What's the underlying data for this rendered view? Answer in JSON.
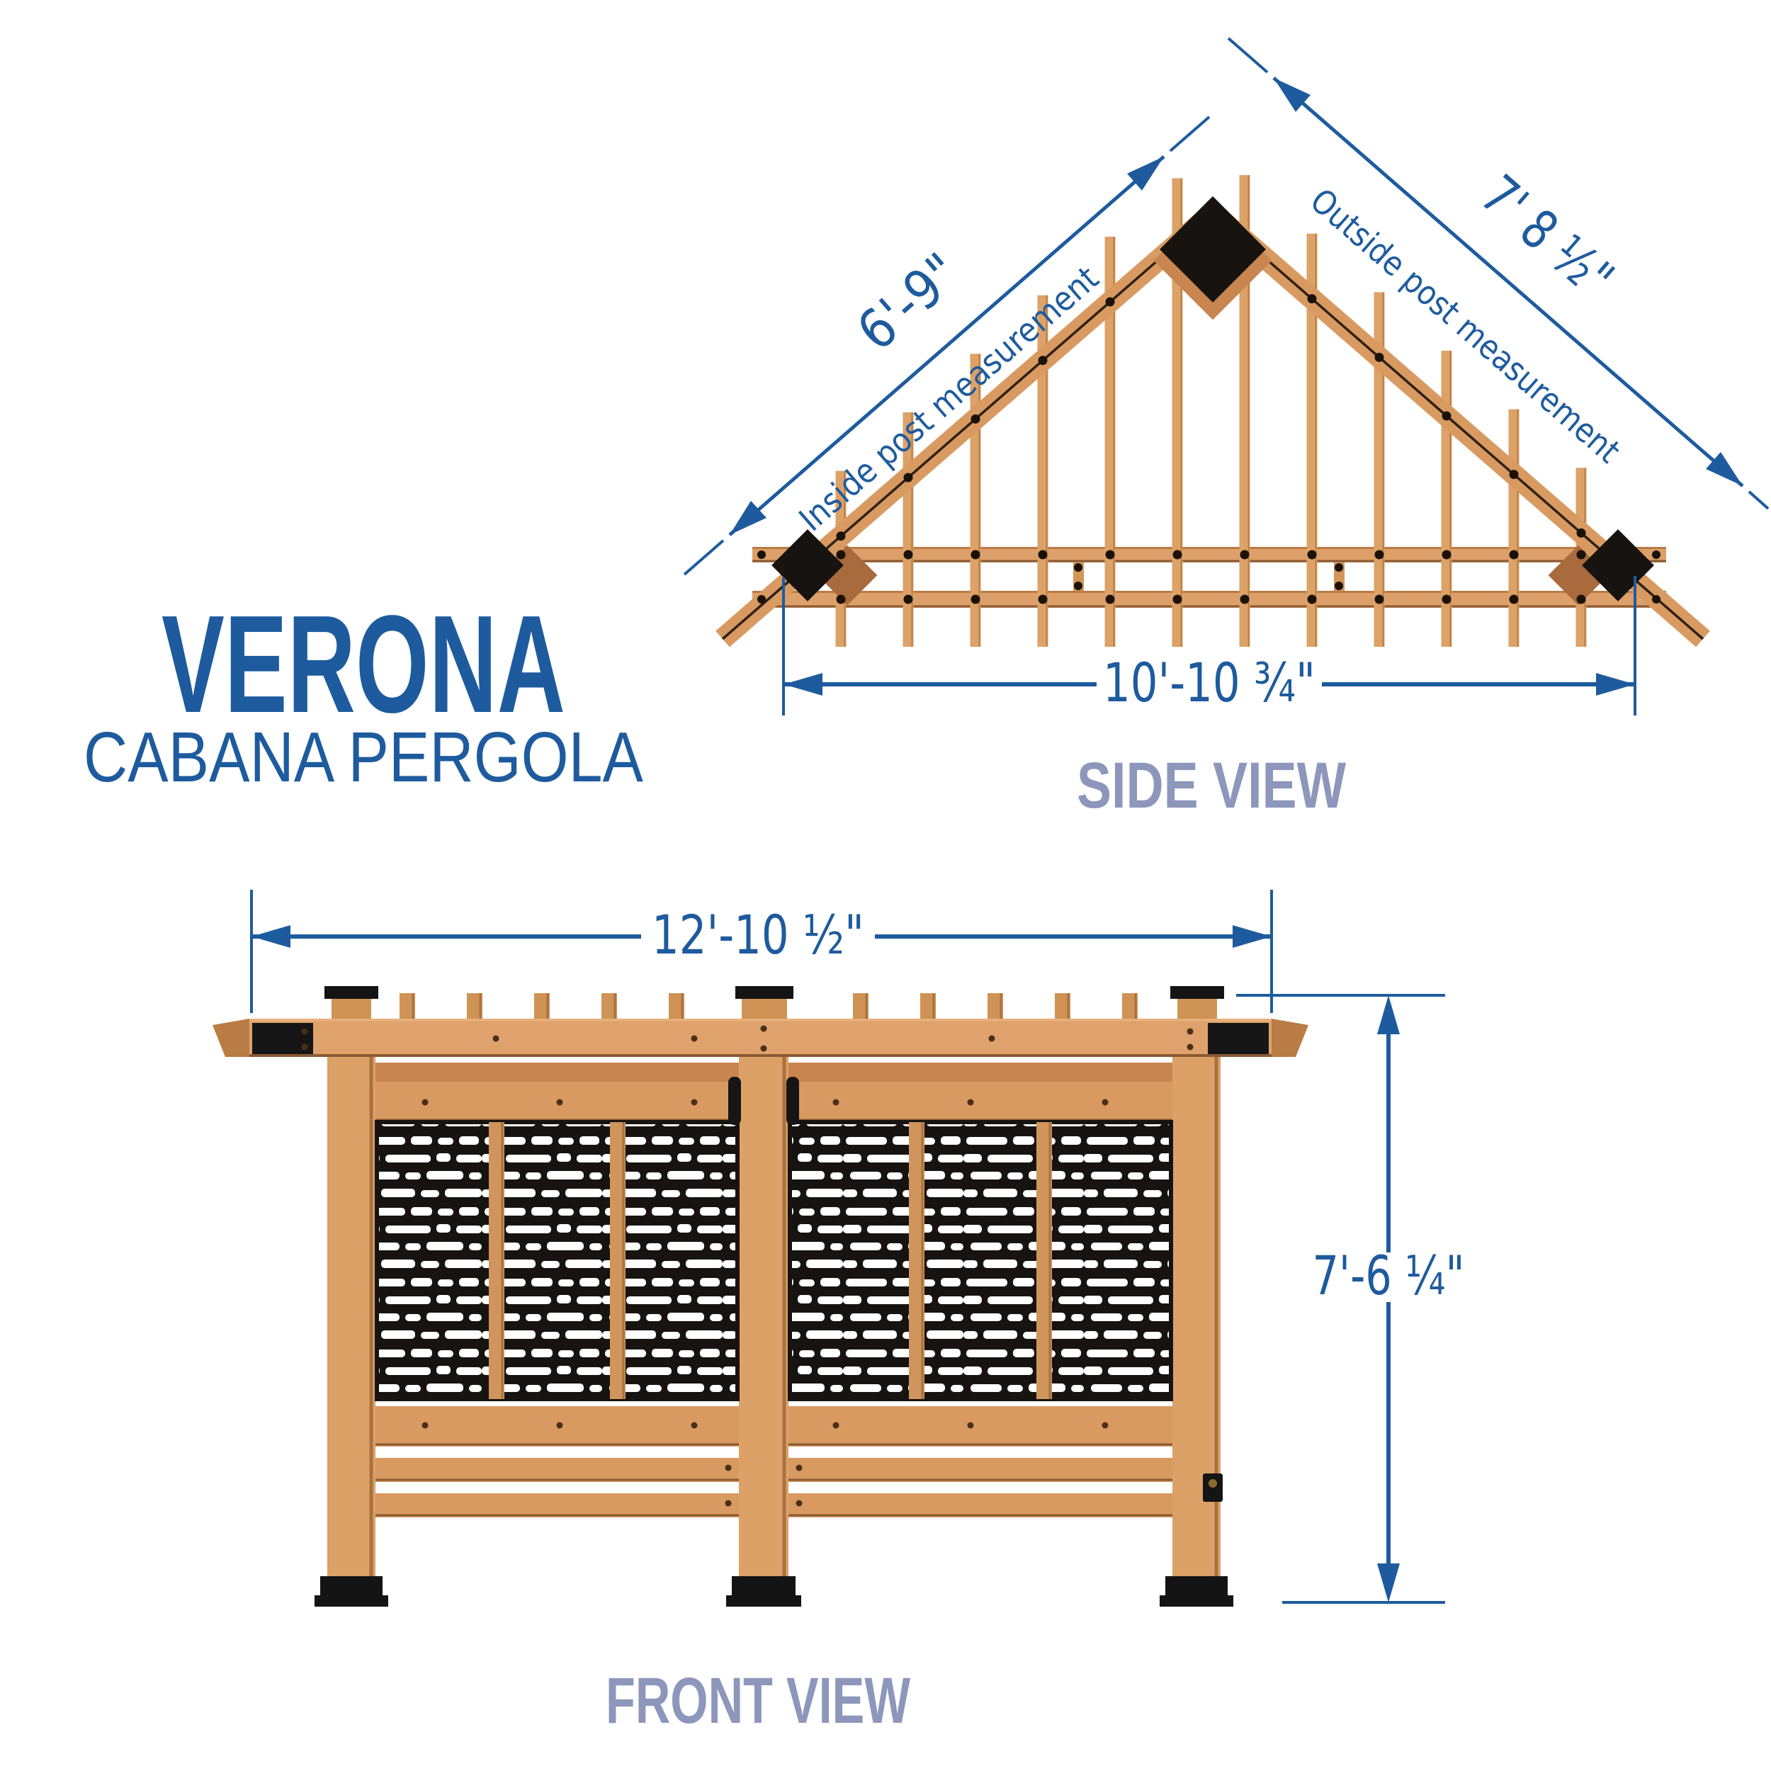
{
  "title": {
    "name": "VERONA",
    "subtitle": "CABANA PERGOLA"
  },
  "colors": {
    "accent_blue": "#1e5b9e",
    "label_slate": "#8d96bb",
    "wood": "#dfa26c",
    "wood_dark": "#c9854f",
    "panel_black": "#171310"
  },
  "side_view": {
    "label": "SIDE VIEW",
    "dimensions": {
      "left_slope": {
        "value": "6'-9\"",
        "note": "Inside post measurement"
      },
      "right_slope": {
        "value": "7' 8 ½\"",
        "note": "Outside post measurement"
      },
      "base": {
        "value": "10'-10 ¾\""
      }
    }
  },
  "front_view": {
    "label": "FRONT VIEW",
    "dimensions": {
      "width": {
        "value": "12'-10 ½\""
      },
      "height": {
        "value": "7'-6 ¼\""
      }
    }
  }
}
